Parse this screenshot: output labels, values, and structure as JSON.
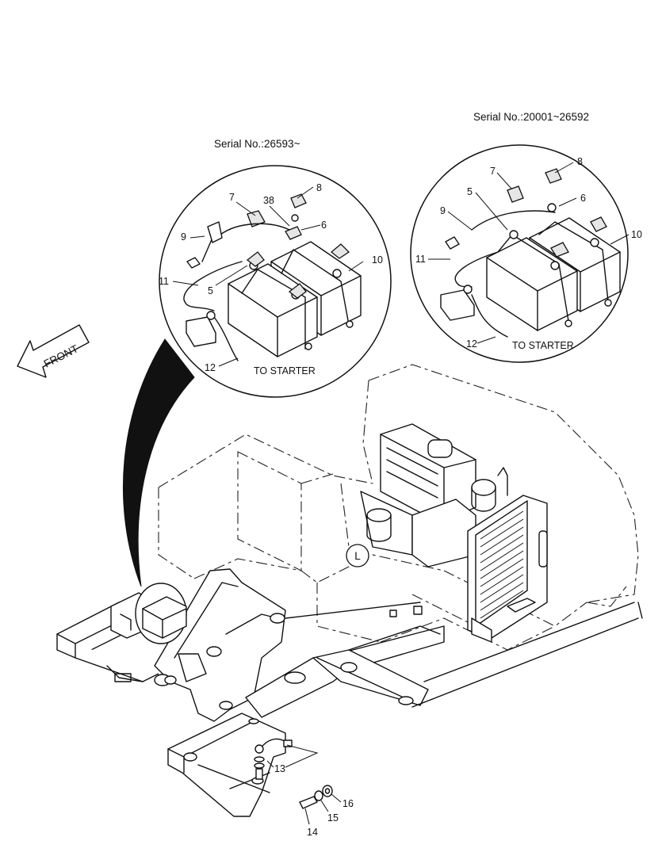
{
  "serial_left": "Serial No.:26593~",
  "serial_right": "Serial No.:20001~26592",
  "front_label": "FRONT",
  "to_starter_left": "TO STARTER",
  "to_starter_right": "TO STARTER",
  "marker_L": "L",
  "left_callouts": {
    "c7": "7",
    "c38": "38",
    "c8": "8",
    "c6": "6",
    "c9": "9",
    "c10": "10",
    "c11": "11",
    "c5": "5",
    "c12": "12"
  },
  "right_callouts": {
    "c8": "8",
    "c7": "7",
    "c5": "5",
    "c6": "6",
    "c9": "9",
    "c10": "10",
    "c11": "11",
    "c12": "12"
  },
  "bottom_callouts": {
    "c13": "13",
    "c14": "14",
    "c15": "15",
    "c16": "16"
  }
}
